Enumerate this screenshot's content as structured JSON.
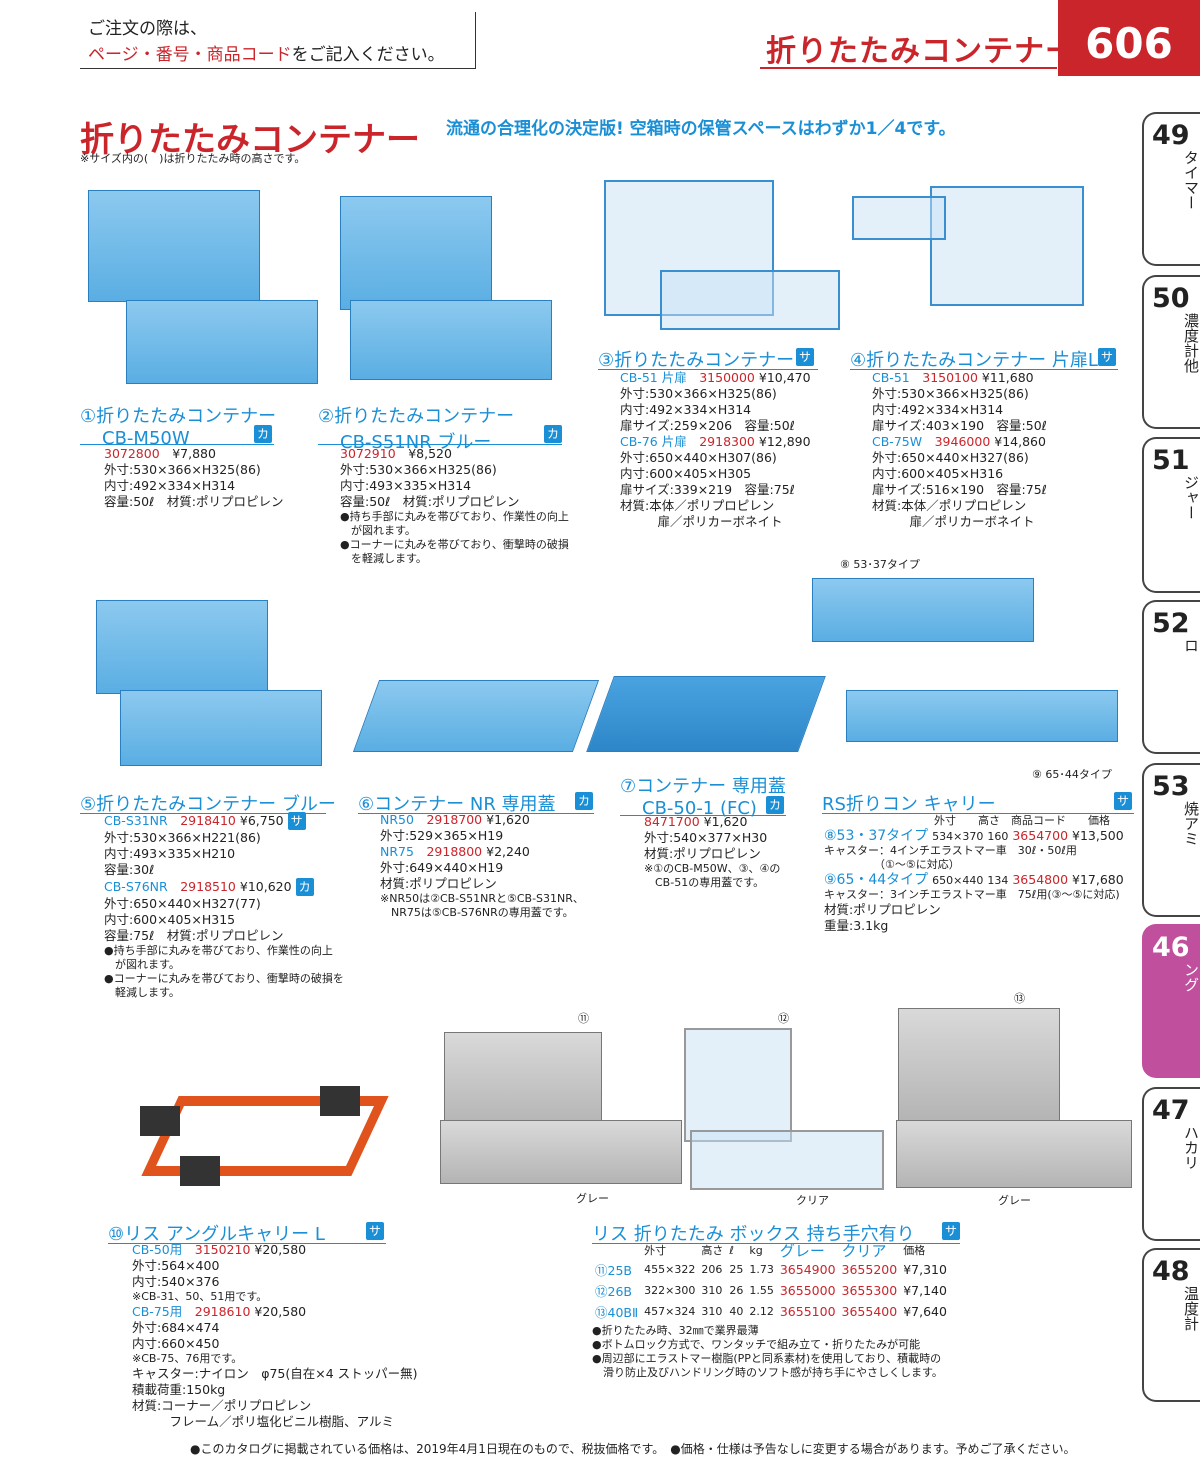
{
  "header": {
    "note_line1": "ご注文の際は、",
    "note_red": "ページ・番号・商品コード",
    "note_rest": "をご記入ください。",
    "title": "折りたたみコンテナー",
    "page": "606"
  },
  "section": {
    "title": "折りたたみコンテナー",
    "note": "※サイズ内の(　)は折りたたみ時の高さです。",
    "tagline": "流通の合理化の決定版! 空箱時の保管スペースはわずか1／4です。"
  },
  "tabs": [
    {
      "num": "49",
      "label": "タイマー"
    },
    {
      "num": "50",
      "label": "濃度計他"
    },
    {
      "num": "51",
      "label": "炊飯器・スープジャー"
    },
    {
      "num": "52",
      "label": "電気・ガスコンロ"
    },
    {
      "num": "53",
      "label": "焼アミ"
    },
    {
      "num": "46",
      "label": "運搬・ケータリング"
    },
    {
      "num": "47",
      "label": "ハカリ"
    },
    {
      "num": "48",
      "label": "温度計"
    }
  ],
  "p1": {
    "title": "①折りたたみコンテナー",
    "sub": "CB-M50W",
    "badge": "カ",
    "code": "3072800",
    "price": "¥7,880",
    "lines": [
      "外寸:530×366×H325(86)",
      "内寸:492×334×H314",
      "容量:50ℓ　材質:ポリプロピレン"
    ]
  },
  "p2": {
    "title": "②折りたたみコンテナー",
    "sub": "CB-S51NR ブルー",
    "badge": "カ",
    "code": "3072910",
    "price": "¥8,520",
    "lines": [
      "外寸:530×366×H325(86)",
      "内寸:493×335×H314",
      "容量:50ℓ　材質:ポリプロピレン"
    ],
    "notes": [
      "●持ち手部に丸みを帯びており、作業性の向上",
      "　が図れます。",
      "●コーナーに丸みを帯びており、衝撃時の破損",
      "　を軽減します。"
    ]
  },
  "p3": {
    "title": "③折りたたみコンテナー",
    "badge": "サ",
    "m1": "CB-51 片扉",
    "c1": "3150000",
    "pr1": "¥10,470",
    "l1": [
      "外寸:530×366×H325(86)",
      "内寸:492×334×H314",
      "扉サイズ:259×206　容量:50ℓ"
    ],
    "m2": "CB-76 片扉",
    "c2": "2918300",
    "pr2": "¥12,890",
    "l2": [
      "外寸:650×440×H307(86)",
      "内寸:600×405×H305",
      "扉サイズ:339×219　容量:75ℓ",
      "材質:本体／ポリプロピレン",
      "　　　扉／ポリカーボネイト"
    ]
  },
  "p4": {
    "title": "④折りたたみコンテナー 片扉L",
    "badge": "サ",
    "m1": "CB-51",
    "c1": "3150100",
    "pr1": "¥11,680",
    "l1": [
      "外寸:530×366×H325(86)",
      "内寸:492×334×H314",
      "扉サイズ:403×190　容量:50ℓ"
    ],
    "m2": "CB-75W",
    "c2": "3946000",
    "pr2": "¥14,860",
    "l2": [
      "外寸:650×440×H327(86)",
      "内寸:600×405×H316",
      "扉サイズ:516×190　容量:75ℓ",
      "材質:本体／ポリプロピレン",
      "　　　扉／ポリカーボネイト"
    ]
  },
  "p5": {
    "title": "⑤折りたたみコンテナー ブルー",
    "m1": "CB-S31NR",
    "c1": "2918410",
    "pr1": "¥6,750",
    "b1": "サ",
    "l1": [
      "外寸:530×366×H221(86)",
      "内寸:493×335×H210",
      "容量:30ℓ"
    ],
    "m2": "CB-S76NR",
    "c2": "2918510",
    "pr2": "¥10,620",
    "b2": "カ",
    "l2": [
      "外寸:650×440×H327(77)",
      "内寸:600×405×H315",
      "容量:75ℓ　材質:ポリプロピレン"
    ],
    "notes": [
      "●持ち手部に丸みを帯びており、作業性の向上",
      "　が図れます。",
      "●コーナーに丸みを帯びており、衝撃時の破損を",
      "　軽減します。"
    ]
  },
  "p6": {
    "title": "⑥コンテナー NR 専用蓋",
    "badge": "カ",
    "m1": "NR50",
    "c1": "2918700",
    "pr1": "¥1,620",
    "l1": [
      "外寸:529×365×H19"
    ],
    "m2": "NR75",
    "c2": "2918800",
    "pr2": "¥2,240",
    "l2": [
      "外寸:649×440×H19",
      "材質:ポリプロピレン"
    ],
    "notes": [
      "※NR50は②CB-S51NRと⑤CB-S31NR、",
      "　NR75は⑤CB-S76NRの専用蓋です。"
    ]
  },
  "p7": {
    "title": "⑦コンテナー 専用蓋",
    "sub": "CB-50-1 (FC)",
    "badge": "カ",
    "code": "8471700",
    "price": "¥1,620",
    "lines": [
      "外寸:540×377×H30",
      "材質:ポリプロピレン"
    ],
    "notes": [
      "※①のCB-M50W、③、④の",
      "　CB-51の専用蓋です。"
    ]
  },
  "p8": {
    "title": "RS折りコン キャリー",
    "badge": "サ",
    "headers": [
      "外寸",
      "高さ",
      "商品コード",
      "価格"
    ],
    "rows": [
      {
        "name": "⑧53・37タイプ",
        "size": "534×370",
        "h": "160",
        "code": "3654700",
        "price": "¥13,500",
        "note": "キャスター：4インチエラストマー車　30ℓ・50ℓ用",
        "note2": "（①〜⑤に対応）"
      },
      {
        "name": "⑨65・44タイプ",
        "size": "650×440",
        "h": "134",
        "code": "3654800",
        "price": "¥17,680",
        "note": "キャスター：3インチエラストマー車　75ℓ用(③〜⑤に対応)",
        "note2": ""
      }
    ],
    "lines": [
      "材質:ポリプロピレン",
      "重量:3.1kg"
    ],
    "cap8": "⑧ 53･37タイプ",
    "cap9": "⑨ 65･44タイプ"
  },
  "p10": {
    "title": "⑩リス アングルキャリー L",
    "badge": "サ",
    "m1": "CB-50用",
    "c1": "3150210",
    "pr1": "¥20,580",
    "l1": [
      "外寸:564×400",
      "内寸:540×376",
      "※CB-31、50、51用です。"
    ],
    "m2": "CB-75用",
    "c2": "2918610",
    "pr2": "¥20,580",
    "l2": [
      "外寸:684×474",
      "内寸:660×450",
      "※CB-75、76用です。",
      "キャスター:ナイロン　φ75(自在×4 ストッパー無)",
      "積載荷重:150kg",
      "材質:コーナー／ポリプロピレン",
      "　　　フレーム／ポリ塩化ビニル樹脂、アルミ"
    ]
  },
  "p11": {
    "title": "リス 折りたたみ ボックス 持ち手穴有り",
    "badge": "サ",
    "headers": [
      "外寸",
      "高さ",
      "ℓ",
      "kg",
      "グレー",
      "クリア",
      "価格"
    ],
    "rows": [
      [
        "⑪25B",
        "455×322",
        "206",
        "25",
        "1.73",
        "3654900",
        "3655200",
        "¥7,310"
      ],
      [
        "⑫26B",
        "322×300",
        "310",
        "26",
        "1.55",
        "3655000",
        "3655300",
        "¥7,140"
      ],
      [
        "⑬40BⅡ",
        "457×324",
        "310",
        "40",
        "2.12",
        "3655100",
        "3655400",
        "¥7,640"
      ]
    ],
    "notes": [
      "●折りたたみ時、32㎜で業界最薄",
      "●ボトムロック方式で、ワンタッチで組み立て・折りたたみが可能",
      "●周辺部にエラストマー樹脂(PPと同系素材)を使用しており、積載時の",
      "　滑り防止及びハンドリング時のソフト感が持ち手にやさしくします。"
    ],
    "img_labels": [
      "⑪",
      "⑫",
      "⑬"
    ],
    "colors": [
      "グレー",
      "クリア",
      "グレー"
    ]
  },
  "footer": "●このカタログに掲載されている価格は、2019年4月1日現在のもので、税抜価格です。　●価格・仕様は予告なしに変更する場合があります。予めご了承ください。"
}
